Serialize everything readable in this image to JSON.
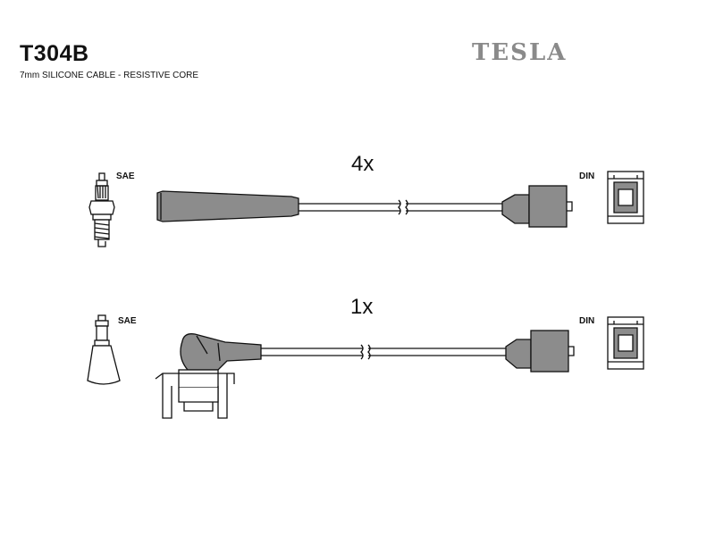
{
  "header": {
    "part_number": "T304B",
    "description": "7mm SILICONE CABLE - RESISTIVE CORE",
    "brand": "TESLA"
  },
  "sets": [
    {
      "quantity": "4x",
      "plug_end_label": "SAE",
      "dist_end_label": "DIN"
    },
    {
      "quantity": "1x",
      "plug_end_label": "SAE",
      "dist_end_label": "DIN"
    }
  ],
  "colors": {
    "cable_fill": "#ffffff",
    "boot_fill": "#8c8c8c",
    "stroke": "#111111",
    "brand": "#8a8a8a"
  }
}
